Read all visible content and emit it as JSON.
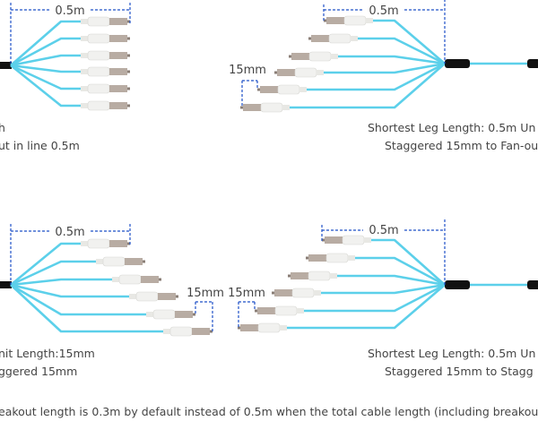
{
  "colors": {
    "fiber": "#5cd0ea",
    "boot": "#111111",
    "dimension": "#1e50c8",
    "text": "#444444"
  },
  "panels": [
    {
      "id": "top-left",
      "dimension_label": "0.5m",
      "stagger_label": "",
      "caption_line1": "h",
      "caption_line2": "ut in line 0.5m"
    },
    {
      "id": "top-right",
      "dimension_label": "0.5m",
      "stagger_label": "15mm",
      "caption_line1": "Shortest Leg Length: 0.5m  Un",
      "caption_line2": "Staggered 15mm to Fan-ou"
    },
    {
      "id": "bottom-left",
      "dimension_label": "0.5m",
      "stagger_label": "15mm",
      "caption_line1": "nit Length:15mm",
      "caption_line2": "ggered 15mm"
    },
    {
      "id": "bottom-right",
      "dimension_label": "0.5m",
      "stagger_label": "15mm",
      "caption_line1": "Shortest Leg Length: 0.5m  Un",
      "caption_line2": "Staggered 15mm to Stagg"
    }
  ],
  "footnote": "eakout length is 0.3m by default instead of 0.5m when the total cable length (including breakout l"
}
